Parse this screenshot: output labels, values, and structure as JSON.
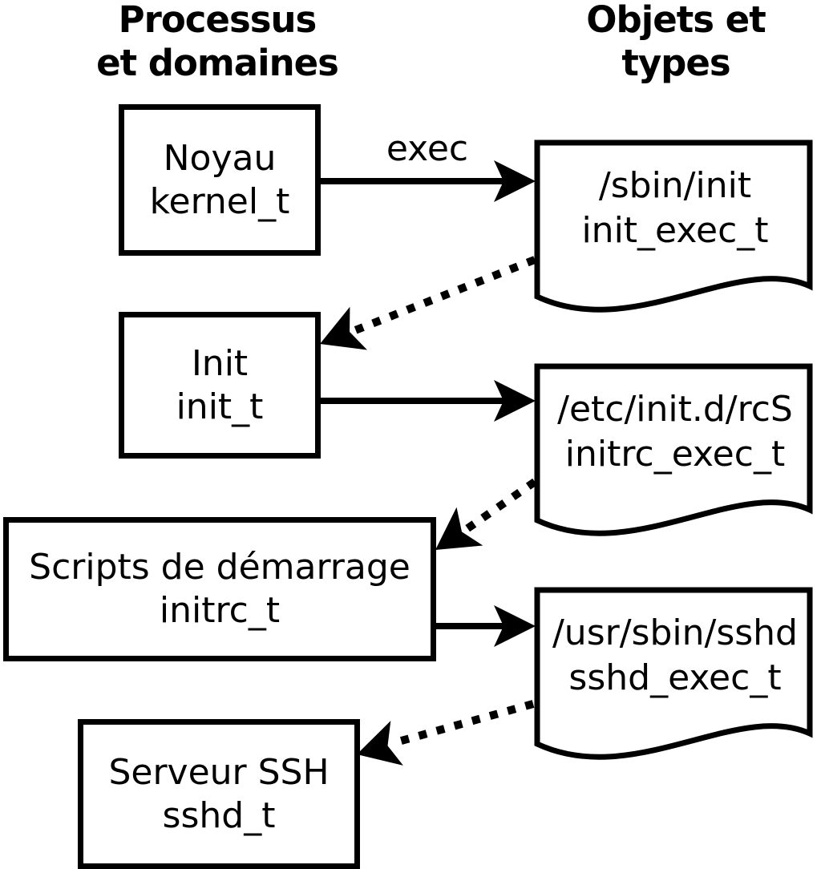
{
  "headers": {
    "processes": {
      "line1": "Processus",
      "line2": "et domaines"
    },
    "objects": {
      "line1": "Objets et",
      "line2": "types"
    }
  },
  "process_nodes": [
    {
      "label": "Noyau",
      "domain": "kernel_t"
    },
    {
      "label": "Init",
      "domain": "init_t"
    },
    {
      "label": "Scripts de démarrage",
      "domain": "initrc_t"
    },
    {
      "label": "Serveur SSH",
      "domain": "sshd_t"
    }
  ],
  "object_nodes": [
    {
      "path": "/sbin/init",
      "type": "init_exec_t"
    },
    {
      "path": "/etc/init.d/rcS",
      "type": "initrc_exec_t"
    },
    {
      "path": "/usr/sbin/sshd",
      "type": "sshd_exec_t"
    }
  ],
  "arrows": {
    "exec_label": "exec"
  },
  "colors": {
    "ink": "#000000",
    "paper": "#ffffff"
  }
}
